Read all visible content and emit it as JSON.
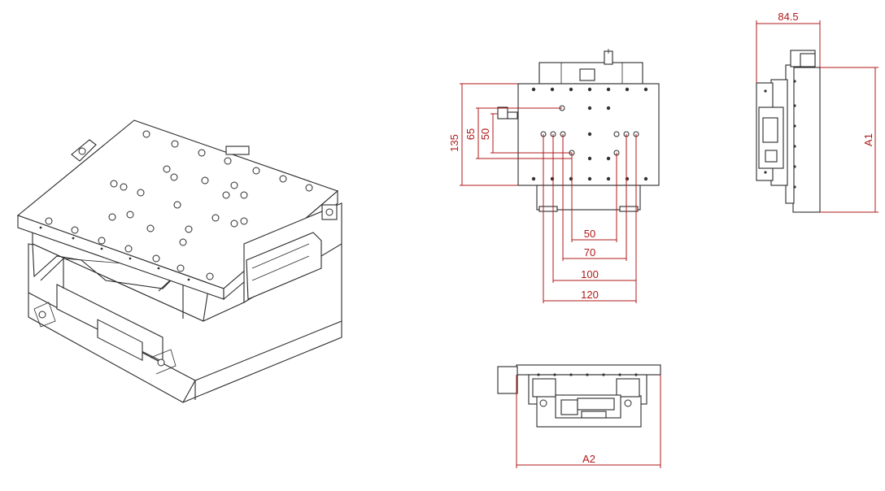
{
  "colors": {
    "line": "#2a2a2a",
    "dimension": "#b01818",
    "background": "#ffffff"
  },
  "dimensions": {
    "top_view": {
      "height_135": "135",
      "height_65": "65",
      "height_50": "50",
      "width_50": "50",
      "width_70": "70",
      "width_100": "100",
      "width_120": "120"
    },
    "side_view": {
      "width_84_5": "84.5",
      "height_a1": "A1"
    },
    "front_view": {
      "width_a2": "A2"
    }
  }
}
